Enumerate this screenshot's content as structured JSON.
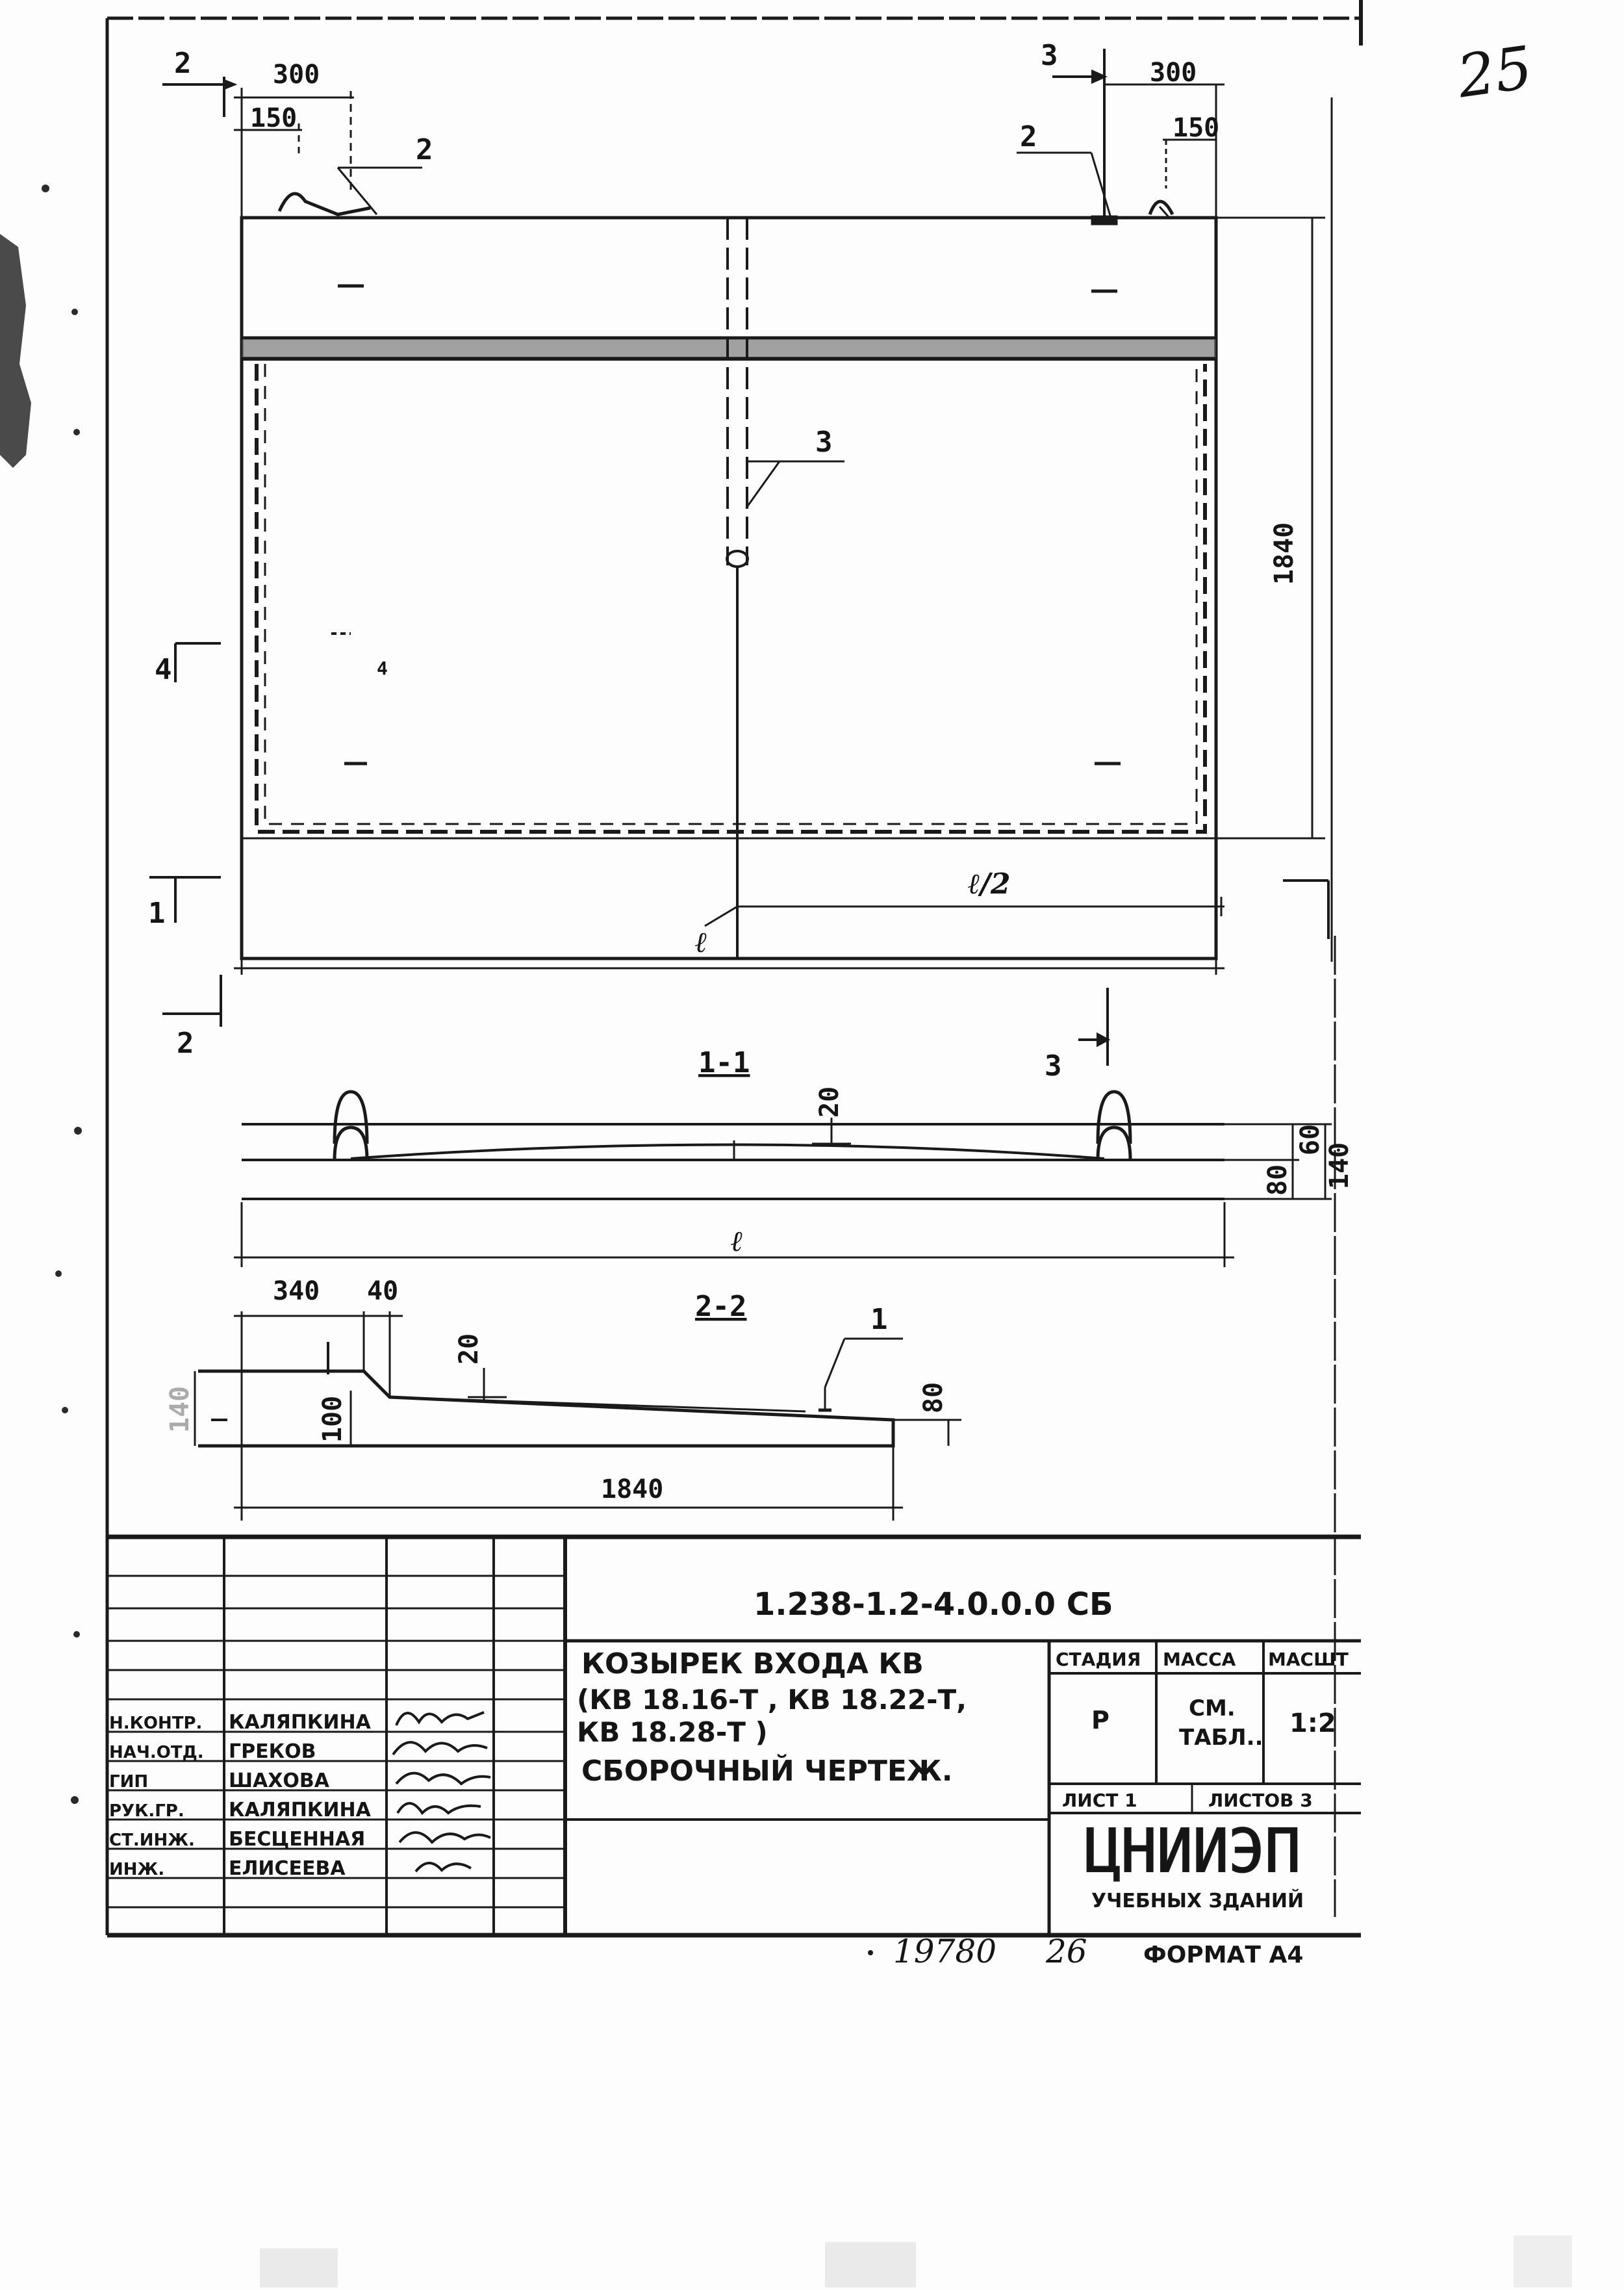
{
  "page": {
    "page_number": "25"
  },
  "drawing": {
    "plan_dims": {
      "section_mark_2": "2",
      "section_mark_3": "3",
      "section_mark_4": "4",
      "section_mark_1": "1",
      "width_300_left": "300",
      "offset_150_left": "150",
      "width_300_right": "300",
      "offset_150_right": "150",
      "height_1840": "1840",
      "span_l": "ℓ",
      "half_l": "ℓ/2",
      "callout_2_left": "2",
      "callout_2_right": "2",
      "callout_3": "3"
    },
    "section_1_1": {
      "title": "1-1",
      "dim_20": "20",
      "dim_60": "60",
      "dim_80": "80",
      "dim_140": "140",
      "span_l": "ℓ"
    },
    "section_2_2": {
      "title": "2-2",
      "dim_340": "340",
      "dim_40": "40",
      "dim_20": "20",
      "dim_100": "100",
      "dim_80": "80",
      "dim_140": "140",
      "dim_1840": "1840",
      "callout_1": "1"
    }
  },
  "title_block": {
    "designation": "1.238-1.2-4.0.0.0 СБ",
    "title_lines": [
      "КОЗЫРЕК ВХОДА КВ",
      "(КВ 18.16-Т ,  КВ 18.22-Т,",
      "  КВ 18.28-Т  )",
      "СБОРОЧНЫЙ ЧЕРТЕЖ."
    ],
    "headers": {
      "stage": "СТАДИЯ",
      "mass": "МАССА",
      "scale": "МАСШТ"
    },
    "values": {
      "stage": "Р",
      "mass_1": "СМ.",
      "mass_2": "ТАБЛ..",
      "scale": "1:2"
    },
    "sheet": "ЛИСТ 1",
    "sheets": "ЛИСТОВ 3",
    "org": "ЦНИИЭП",
    "org_sub": "УЧЕБНЫХ ЗДАНИЙ",
    "signatures": [
      {
        "role": "Н.КОНТР.",
        "name": "КАЛЯПКИНА"
      },
      {
        "role": "НАЧ.ОТД.",
        "name": "ГРЕКОВ"
      },
      {
        "role": "ГИП",
        "name": "ШАХОВА"
      },
      {
        "role": "РУК.ГР.",
        "name": "КАЛЯПКИНА"
      },
      {
        "role": "СТ.ИНЖ.",
        "name": "БЕСЦЕННАЯ"
      },
      {
        "role": "ИНЖ.",
        "name": "ЕЛИСЕЕВА"
      }
    ]
  },
  "footer": {
    "number": "19780",
    "copy": "26",
    "format": "ФОРМАТ А4"
  }
}
